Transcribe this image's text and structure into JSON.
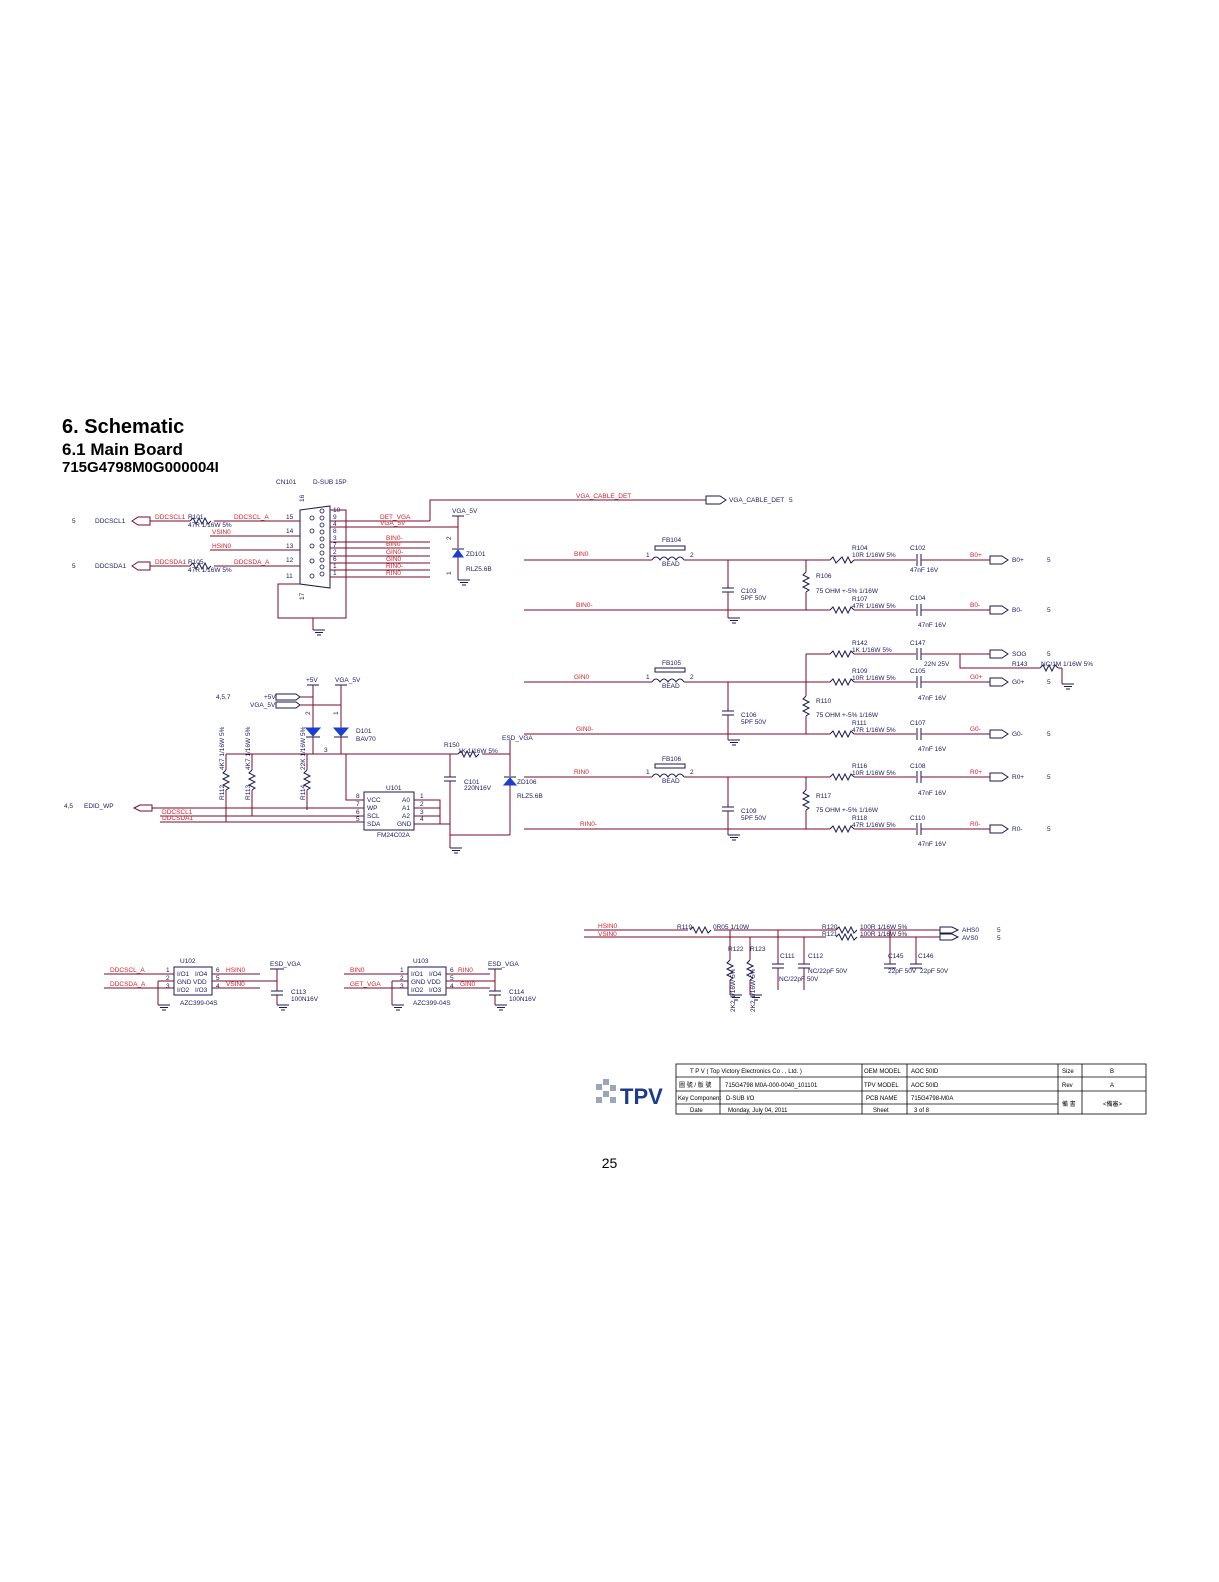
{
  "header": {
    "section_title": "6. Schematic",
    "subsection_title": "6.1 Main Board",
    "board_id": "715G4798M0G000004I"
  },
  "page_number": "25",
  "colors": {
    "wire": "#7a0a2a",
    "net_label": "#d21f2a",
    "component": "#1a1a55",
    "diode": "#1a3fd0"
  },
  "labels": {
    "cn101": "CN101",
    "dsub": "D-SUB 15P",
    "pin16": "16",
    "pin17": "17",
    "pin15": "15",
    "pin14": "14",
    "pin13": "13",
    "pin12": "12",
    "pin11": "11",
    "pin10": "10",
    "pr9": "9",
    "pr4": "4",
    "pr8": "8",
    "pr3": "3",
    "pr7": "7",
    "pr2": "2",
    "pr6": "6",
    "pr1": "1",
    "n5a": "5",
    "n5b": "5",
    "ddcscl1": "DDCSCL1",
    "ddcsda1": "DDCSDA1",
    "net_ddcscl1": "DDCSCL1",
    "net_ddcsda1": "DDCSDA1",
    "r101": "R101",
    "r101v": "47R 1/16W 5%",
    "r105": "R105",
    "r105v": "47R 1/16W 5%",
    "net_ddcscl_a": "DDCSCL_A",
    "net_ddcsda_a": "DDCSDA_A",
    "net_vsin0": "VSIN0",
    "net_hsin0": "HSIN0",
    "net_det_vga": "DET_VGA",
    "net_vga5v": "VGA_5V",
    "net_bin0m": "BIN0-",
    "net_bin0": "BIN0",
    "net_gin0m": "GIN0-",
    "net_gin0": "GIN0",
    "net_rin0m": "RIN0-",
    "net_rin0": "RIN0",
    "net_vga_cable_det": "VGA_CABLE_DET",
    "vga_cable_det_port": "VGA_CABLE_DET",
    "vga_cable_det_pg": "5",
    "vga5v_top": "VGA_5V",
    "zd101": "ZD101",
    "rlz": "RLZ5.6B",
    "zd_p2": "2",
    "zd_p1": "1",
    "fb104": "FB104",
    "fb105": "FB105",
    "fb106": "FB106",
    "bead": "BEAD",
    "p1": "1",
    "p2": "2",
    "bin0_b": "BIN0",
    "bin0m_b": "BIN0-",
    "gin0_b": "GIN0",
    "gin0m_b": "GIN0-",
    "rin0_b": "RIN0",
    "rin0m_b": "RIN0-",
    "c103": "C103",
    "c103v": "5PF 50V",
    "c106": "C106",
    "c106v": "5PF 50V",
    "c109": "C109",
    "c109v": "5PF 50V",
    "r106": "R106",
    "r106v": "75 OHM +-5% 1/16W",
    "r110": "R110",
    "r110v": "75 OHM +-5% 1/16W",
    "r117": "R117",
    "r117v": "75 OHM +-5% 1/16W",
    "r104": "R104",
    "r104v": "10R 1/16W 5%",
    "r107": "R107",
    "r107v": "47R 1/16W 5%",
    "r142": "R142",
    "r142v": "1K 1/16W 5%",
    "r109": "R109",
    "r109v": "10R 1/16W 5%",
    "r111": "R111",
    "r111v": "47R 1/16W 5%",
    "r116": "R116",
    "r116v": "10R 1/16W 5%",
    "r118": "R118",
    "r118v": "47R 1/16W 5%",
    "c102": "C102",
    "c102v": "47nF 16V",
    "c104": "C104",
    "c104v": "47nF 16V",
    "c147": "C147",
    "c147v": "22N 25V",
    "c105": "C105",
    "c105v": "47nF 16V",
    "c107": "C107",
    "c107v": "47nF 16V",
    "c108": "C108",
    "c108v": "47nF 16V",
    "c110": "C110",
    "c110v": "47nF 16V",
    "r143": "R143",
    "r143v": "NC/1M 1/16W 5%",
    "out_b0p": "B0+",
    "out_b0m": "B0-",
    "out_sog": "SOG",
    "out_g0p": "G0+",
    "out_g0m": "G0-",
    "out_r0p": "R0+",
    "out_r0m": "R0-",
    "pg5": "5",
    "ref457": "4,5,7",
    "p5v": "+5V",
    "vga5v_l": "VGA_5V",
    "p5v_top": "+5V",
    "vga5v_top2": "VGA_5V",
    "d101": "D101",
    "bav70": "BAV70",
    "d_p2": "2",
    "d_p1": "1",
    "d_p3": "3",
    "r112": "R112",
    "r112v": "4K7 1/16W 5%",
    "r113": "R113",
    "r113v": "4K7 1/16W 5%",
    "r114": "R114",
    "r114v": "22K 1/16W 5%",
    "r150": "R150",
    "r150v": "1K 1/16W 5%",
    "esd_vga": "ESD_VGA",
    "c101": "C101",
    "c101v": "220N16V",
    "zd106": "ZD106",
    "rlz2": "RLZ5.6B",
    "u101": "U101",
    "fm24c02a": "FM24C02A",
    "vcc": "VCC",
    "wp": "WP",
    "scl": "SCL",
    "sda": "SDA",
    "a0": "A0",
    "a1": "A1",
    "a2": "A2",
    "gnd": "GND",
    "u8": "8",
    "u7": "7",
    "u6": "6",
    "u5": "5",
    "u1": "1",
    "u2": "2",
    "u3": "3",
    "u4": "4",
    "ref45": "4,5",
    "edid_wp": "EDID_WP",
    "net_ddcscl1b": "DDCSCL1",
    "net_ddcsda1b": "DDCSDA1",
    "hsin0_s": "HSIN0",
    "vsin0_s": "VSIN0",
    "r119": "R119",
    "r119v": "0R05 1/10W",
    "r120": "R120",
    "r120v": "100R 1/16W 5%",
    "r121": "R121",
    "r121v": "100R 1/16W 5%",
    "r122": "R122",
    "r123": "R123",
    "r122v": "2K2 1/16W 5%",
    "r123v": "2K2 1/16W 5%",
    "c111": "C111",
    "c112": "C112",
    "c111v": "NC/22pF 50V",
    "c112v": "NC/22pF 50V",
    "c145": "C145",
    "c146": "C146",
    "c145v": "22pF 50V",
    "c146v": "22pF 50V",
    "ahs0": "AHS0",
    "avs0": "AVS0",
    "u102": "U102",
    "u103": "U103",
    "azc": "AZC399-04S",
    "io1": "I/O1",
    "io4": "I/O4",
    "gnd2": "GND",
    "vdd": "VDD",
    "io2": "I/O2",
    "io3": "I/O3",
    "u102_ddcscl_a": "DDCSCL_A",
    "u102_ddcsda_a": "DDCSDA_A",
    "u102_hsin0": "HSIN0",
    "u102_vsin0": "VSIN0",
    "u103_bin0": "BIN0",
    "u103_get_vga": "GET_VGA",
    "u103_rin0": "RIN0",
    "u103_gin0": "GIN0",
    "esd1": "ESD_VGA",
    "esd2": "ESD_VGA",
    "c113": "C113",
    "c113v": "100N16V",
    "c114": "C114",
    "c114v": "100N16V"
  },
  "title_block": {
    "company": "T P V  ( Top   Victory   Electronics   Co . ,  Ltd. )",
    "drawing_no_label": "圖 號 / 版 號",
    "drawing_no": "715G4798 M0A-000-0040_101101",
    "key_component_label": "Key Component",
    "key_component": "D-SUB I/O",
    "date_label": "Date",
    "date": "Monday, July 04, 2011",
    "oem_model_label": "OEM MODEL",
    "oem_model": "AOC 50ID",
    "tpv_model_label": "TPV MODEL",
    "tpv_model": "AOC 50ID",
    "pcb_name_label": "PCB NAME",
    "pcb_name": "715G4798-M0A",
    "sheet_label": "Sheet",
    "sheet": "3    of    8",
    "size_label": "Size",
    "size": "B",
    "rev_label": "Rev",
    "rev": "A",
    "remark_label": "備 書",
    "remark": "<備審>",
    "logo_text": "TPV"
  }
}
